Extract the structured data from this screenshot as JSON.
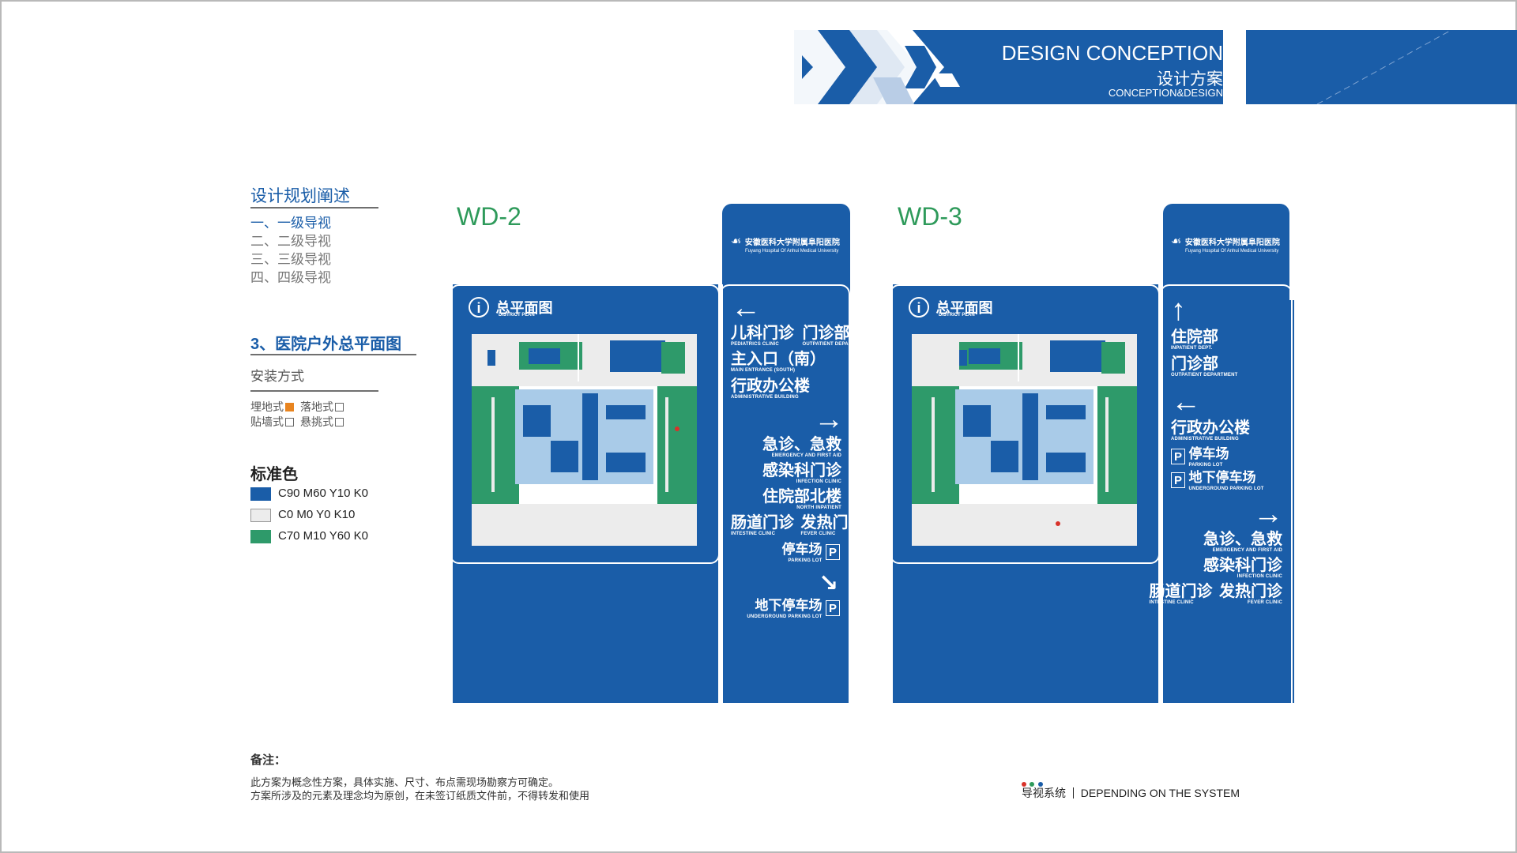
{
  "header": {
    "title_en": "DESIGN CONCEPTION",
    "title_cn": "设计方案",
    "subtitle": "CONCEPTION&DESIGN"
  },
  "left_panel": {
    "heading": "设计规划阐述",
    "nav": [
      {
        "label": "一、一级导视"
      },
      {
        "label": "二、二级导视"
      },
      {
        "label": "三、三级导视"
      },
      {
        "label": "四、四级导视"
      }
    ],
    "section": "3、医院户外总平面图",
    "install_heading": "安装方式",
    "install_options": [
      {
        "label": "埋地式",
        "checked": true
      },
      {
        "label": "落地式",
        "checked": false
      },
      {
        "label": "贴墙式",
        "checked": false
      },
      {
        "label": "悬挑式",
        "checked": false
      }
    ],
    "colors_heading": "标准色",
    "colors": [
      {
        "label": "C90 M60 Y10 K0",
        "hex": "#1a5da8"
      },
      {
        "label": "C0 M0 Y0 K10",
        "hex": "#ececec"
      },
      {
        "label": "C70 M10 Y60 K0",
        "hex": "#2e9a6a"
      }
    ]
  },
  "signs": {
    "hospital_name": "安徽医科大学附属阜阳医院",
    "hospital_name_en": "Fuyang Hospital Of Anhui Medical University",
    "map_title": "总平面图",
    "map_title_en": "DISTRICT PLAN",
    "wd2": {
      "label": "WD-2",
      "directions": [
        {
          "cn1": "儿科门诊",
          "en1": "PEDIATRICS CLINIC",
          "cn2": "门诊部",
          "en2": "OUTPATIENT DEPARTMENT"
        },
        {
          "cn": "主入口（南）",
          "en": "MAIN ENTRANCE (SOUTH)"
        },
        {
          "cn": "行政办公楼",
          "en": "ADMINISTRATIVE BUILDING"
        },
        {
          "cn": "急诊、急救",
          "en": "EMERGENCY AND FIRST AID"
        },
        {
          "cn": "感染科门诊",
          "en": "INFECTION CLINIC"
        },
        {
          "cn": "住院部北楼",
          "en": "NORTH INPATIENT"
        },
        {
          "cn1": "肠道门诊",
          "en1": "INTESTINE CLINIC",
          "cn2": "发热门诊",
          "en2": "FEVER CLINIC"
        },
        {
          "cn": "停车场",
          "en": "PARKING LOT"
        },
        {
          "cn": "地下停车场",
          "en": "UNDERGROUND PARKING LOT"
        }
      ]
    },
    "wd3": {
      "label": "WD-3",
      "directions": [
        {
          "cn": "住院部",
          "en": "INPATIENT DEPT."
        },
        {
          "cn": "门诊部",
          "en": "OUTPATIENT DEPARTMENT"
        },
        {
          "cn": "行政办公楼",
          "en": "ADMINISTRATIVE BUILDING"
        },
        {
          "cn": "停车场",
          "en": "PARKING LOT"
        },
        {
          "cn": "地下停车场",
          "en": "UNDERGROUND PARKING LOT"
        },
        {
          "cn": "急诊、急救",
          "en": "EMERGENCY AND FIRST AID"
        },
        {
          "cn": "感染科门诊",
          "en": "INFECTION CLINIC"
        },
        {
          "cn1": "肠道门诊",
          "en1": "INTESTINE CLINIC",
          "cn2": "发热门诊",
          "en2": "FEVER CLINIC"
        }
      ]
    },
    "parking_letter": "P"
  },
  "footer": {
    "note_title": "备注：",
    "note_line1": "此方案为概念性方案，具体实施、尺寸、布点需现场勘察方可确定。",
    "note_line2": "方案所涉及的元素及理念均为原创，在未签订纸质文件前，不得转发和使用",
    "brand_cn": "导视系统",
    "brand_en": "DEPENDING ON THE SYSTEM",
    "dot_colors": [
      "#d8322a",
      "#2e9a5a",
      "#1a5da8"
    ]
  }
}
